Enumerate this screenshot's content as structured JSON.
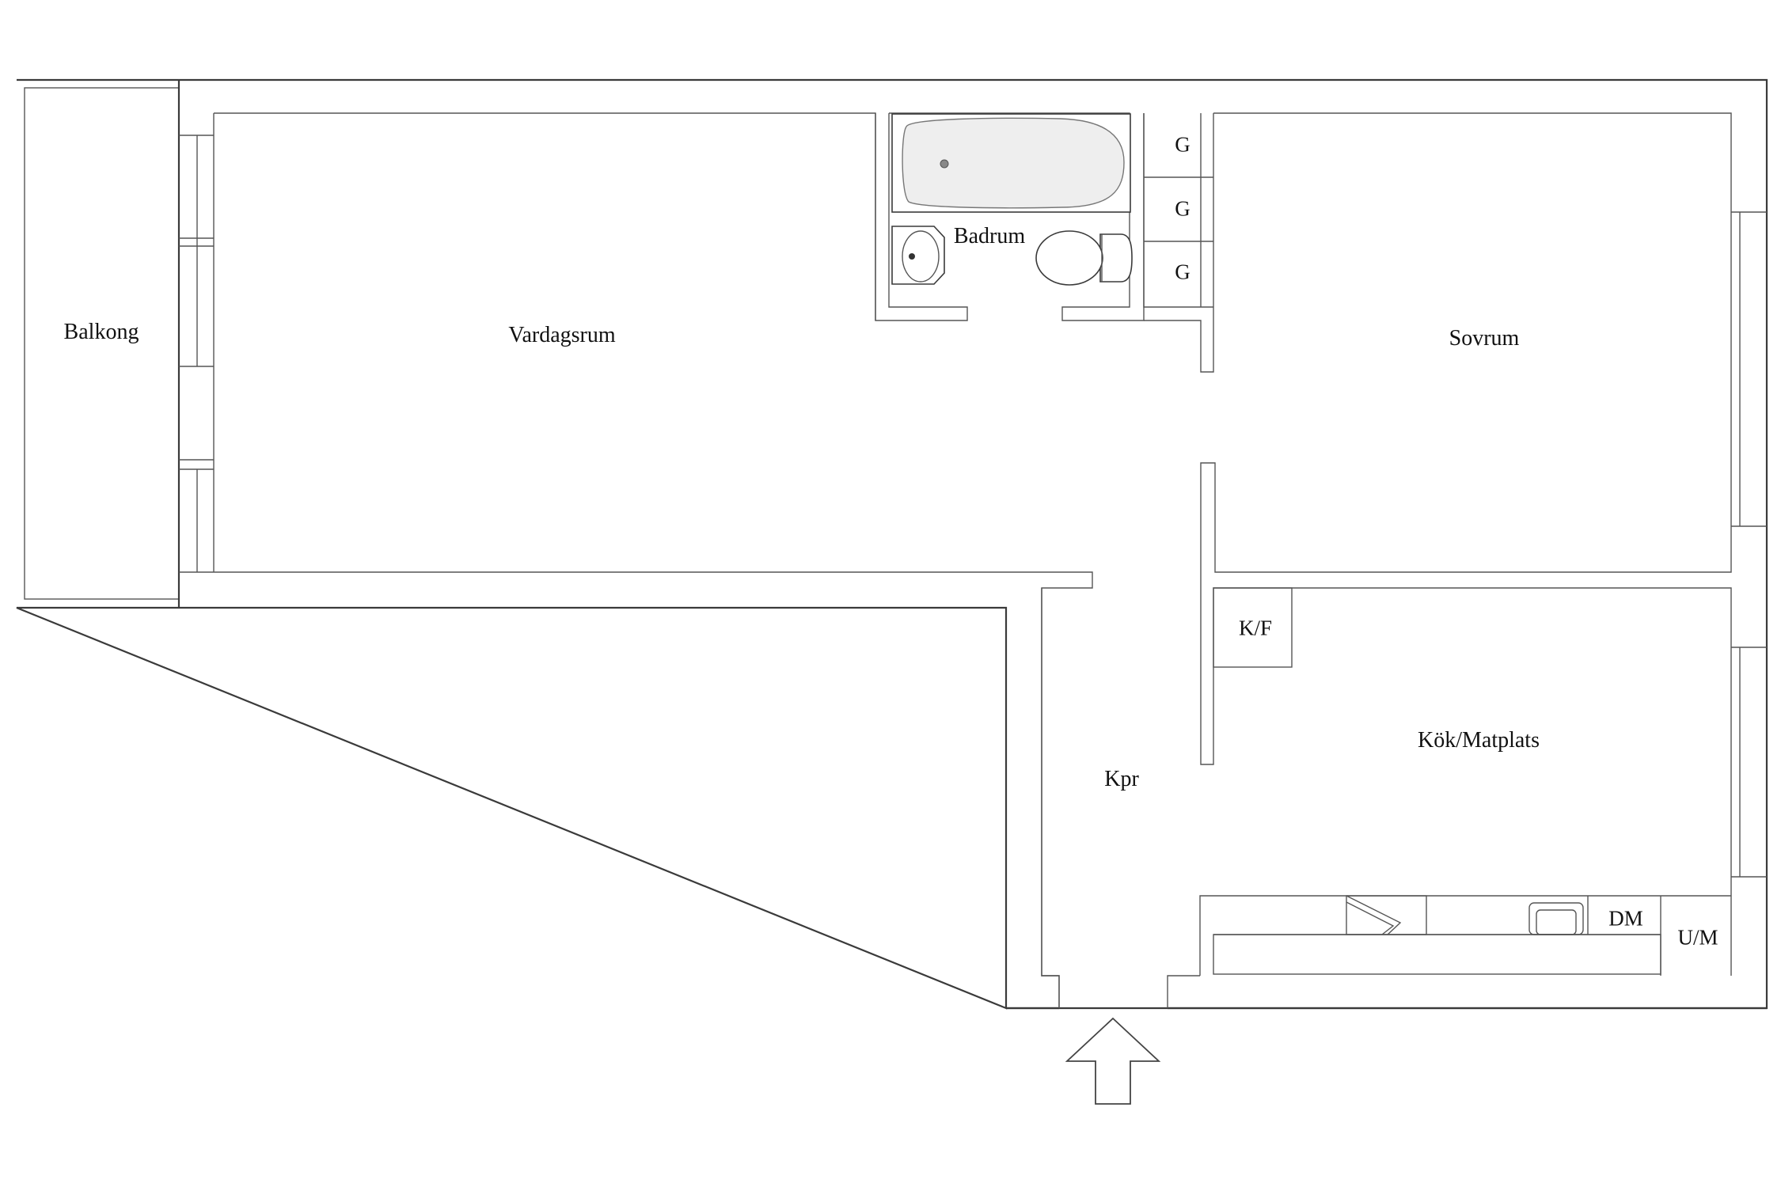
{
  "rooms": {
    "balkong": "Balkong",
    "vardagsrum": "Vardagsrum",
    "badrum": "Badrum",
    "sovrum": "Sovrum",
    "kok_matplats": "Kök/Matplats",
    "kpr": "Kpr"
  },
  "fixtures": {
    "wardrobe_1": "G",
    "wardrobe_2": "G",
    "wardrobe_3": "G",
    "fridge_freezer": "K/F",
    "dishwasher": "DM",
    "oven_microwave": "U/M"
  },
  "symbols": {
    "entrance": "entrance-arrow-icon"
  }
}
